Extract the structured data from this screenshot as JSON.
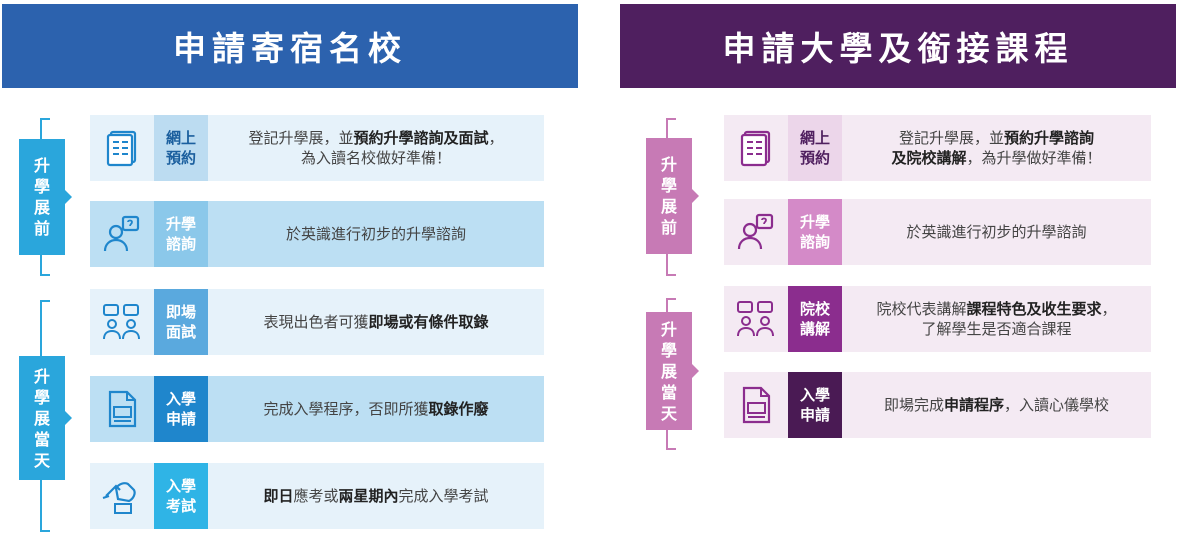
{
  "left": {
    "title": "申請寄宿名校",
    "stage_before": "升學展前",
    "stage_day": "升學展當天",
    "items": [
      {
        "icon": "document-list-icon",
        "label": "網上預約",
        "label_color": "#bcdcf1",
        "label_text_color": "#1b5f9e",
        "parts": [
          {
            "t": "登記升學展，並"
          },
          {
            "t": "預約升學諮詢及面試",
            "b": true
          },
          {
            "t": "，"
          },
          {
            "br": true
          },
          {
            "t": "為入讀名校做好準備！"
          }
        ]
      },
      {
        "icon": "consultant-question-icon",
        "label": "升學諮詢",
        "label_color": "#8bc8ea",
        "label_text_color": "#ffffff",
        "parts": [
          {
            "t": "於英識進行初步的升學諮詢"
          }
        ]
      },
      {
        "icon": "interview-icon",
        "label": "即場面試",
        "label_color": "#5aa9de",
        "label_text_color": "#ffffff",
        "parts": [
          {
            "t": "表現出色者可獲"
          },
          {
            "t": "即場或有條件取錄",
            "b": true
          }
        ]
      },
      {
        "icon": "application-form-icon",
        "label": "入學申請",
        "label_color": "#1f86cc",
        "label_text_color": "#ffffff",
        "parts": [
          {
            "t": "完成入學程序，否即所獲"
          },
          {
            "t": "取錄作廢",
            "b": true
          }
        ]
      },
      {
        "icon": "exam-writing-icon",
        "label": "入學考試",
        "label_color": "#2fb4e6",
        "label_text_color": "#ffffff",
        "parts": [
          {
            "t": "即日",
            "b": true
          },
          {
            "t": "應考或"
          },
          {
            "t": "兩星期內",
            "b": true
          },
          {
            "t": "完成入學考試"
          }
        ]
      }
    ]
  },
  "right": {
    "title": "申請大學及銜接課程",
    "stage_before": "升學展前",
    "stage_day": "升學展當天",
    "items": [
      {
        "icon": "document-list-icon",
        "label": "網上預約",
        "label_color": "#ecd6ea",
        "label_text_color": "#4f1f5f",
        "parts": [
          {
            "t": "登記升學展，並"
          },
          {
            "t": "預約升學諮詢",
            "b": true
          },
          {
            "br": true
          },
          {
            "t": "及院校講解",
            "b": true
          },
          {
            "t": "，為升學做好準備！"
          }
        ]
      },
      {
        "icon": "consultant-question-icon",
        "label": "升學諮詢",
        "label_color": "#d48ac8",
        "label_text_color": "#ffffff",
        "parts": [
          {
            "t": "於英識進行初步的升學諮詢"
          }
        ]
      },
      {
        "icon": "interview-icon",
        "label": "院校講解",
        "label_color": "#8b2d8e",
        "label_text_color": "#ffffff",
        "parts": [
          {
            "t": "院校代表講解"
          },
          {
            "t": "課程特色及收生要求",
            "b": true
          },
          {
            "t": "，"
          },
          {
            "br": true
          },
          {
            "t": "了解學生是否適合課程"
          }
        ]
      },
      {
        "icon": "application-form-icon",
        "label": "入學申請",
        "label_color": "#4a1a54",
        "label_text_color": "#ffffff",
        "parts": [
          {
            "t": "即場完成"
          },
          {
            "t": "申請程序",
            "b": true
          },
          {
            "t": "，入讀心儀學校"
          }
        ]
      }
    ]
  },
  "colors": {
    "left_banner": "#2c62ae",
    "right_banner": "#4f1f5f",
    "left_icon": "#1f86cc",
    "right_icon": "#8b2d8e"
  }
}
